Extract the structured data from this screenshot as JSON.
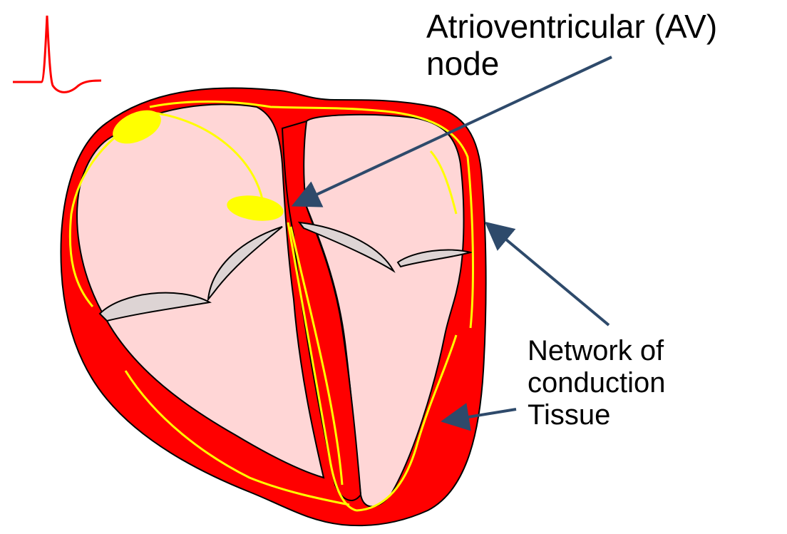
{
  "labels": {
    "av_node": {
      "line1": "Atrioventricular (AV)",
      "line2": "node"
    },
    "network": {
      "line1": "Network of",
      "line2": "conduction",
      "line3": "Tissue"
    }
  },
  "colors": {
    "myocardium": "#ff0000",
    "chamber": "#ffd6d6",
    "conduction": "#ffff00",
    "valve": "#ddd4d4",
    "arrow": "#2e4a6b",
    "ecg_trace": "#ff0000"
  }
}
